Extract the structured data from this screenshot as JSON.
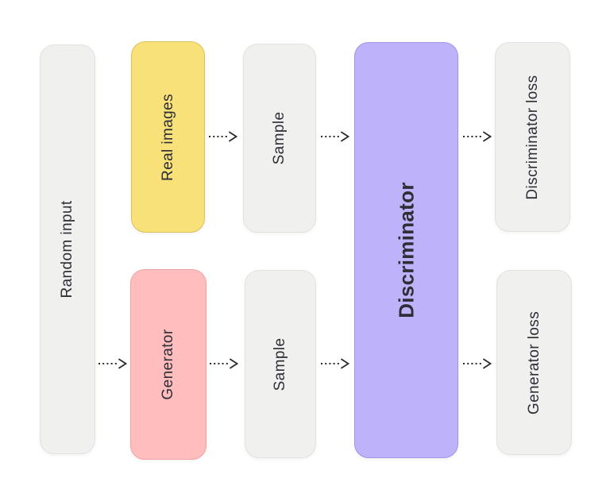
{
  "colors": {
    "background": "#ffffff",
    "gray_fill": "#f0f0ef",
    "gray_border": "#e2e2e0",
    "yellow_fill": "#f9e17a",
    "yellow_border": "#ddc058",
    "pink_fill": "#ffbdbd",
    "pink_border": "#f2a2a2",
    "purple_fill": "#beb3fb",
    "purple_border": "#a195e3",
    "text": "#2e2e36",
    "arrow": "#2b2b2b"
  },
  "nodes": {
    "random_input": {
      "label": "Random input",
      "color": "gray"
    },
    "real_images": {
      "label": "Real images",
      "color": "yellow"
    },
    "sample_top": {
      "label": "Sample",
      "color": "gray"
    },
    "generator": {
      "label": "Generator",
      "color": "pink"
    },
    "sample_bottom": {
      "label": "Sample",
      "color": "gray"
    },
    "discriminator": {
      "label": "Discriminator",
      "color": "purple"
    },
    "discriminator_loss": {
      "label": "Discriminator loss",
      "color": "gray"
    },
    "generator_loss": {
      "label": "Generator loss",
      "color": "gray"
    }
  },
  "edges": [
    {
      "from": "real_images",
      "to": "sample_top"
    },
    {
      "from": "sample_top",
      "to": "discriminator"
    },
    {
      "from": "discriminator",
      "to": "discriminator_loss"
    },
    {
      "from": "random_input",
      "to": "generator"
    },
    {
      "from": "generator",
      "to": "sample_bottom"
    },
    {
      "from": "sample_bottom",
      "to": "discriminator"
    },
    {
      "from": "discriminator",
      "to": "generator_loss"
    }
  ]
}
